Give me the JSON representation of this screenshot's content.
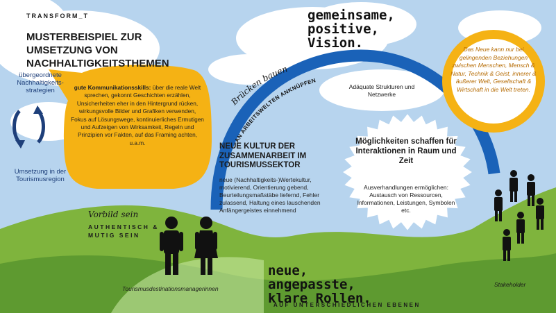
{
  "brand": "TRANSFORM_T",
  "title": "MUSTERBEISPIEL ZUR UMSETZUNG VON NACHHALTIGKEITSTHEMEN",
  "vision": [
    "gemeinsame,",
    "positive,",
    "Vision."
  ],
  "roles": [
    "neue,",
    "angepasste,",
    "klare Rollen."
  ],
  "ebenen": "AUF UNTERSCHIEDLICHEN EBENEN",
  "left_top": "übergeordnete Nachhaltigkeits-strategien",
  "left_bottom": "Umsetzung in der Tourismusregion",
  "communication": {
    "heading": "gute Kommunikationsskills:",
    "body": "über die reale Welt sprechen, gekonnt Geschichten erzählen, Unsicherheiten eher in den Hintergrund rücken, wirkungsvolle Bilder und Grafiken verwenden, Fokus auf Lösungswege, kontinuierliches Ermutigen und Aufzeigen von Wirksamkeit, Regeln und Prinzipien vor Fakten, auf das Framing achten, u.a.m."
  },
  "bridge_label": "Brücken bauen",
  "arc_label": "AN ARBEITSWELTEN ANKNÜPFEN",
  "structures": "Adäquate Strukturen und Netzwerke",
  "culture": {
    "heading": "NEUE KULTUR DER ZUSAMMENARBEIT IM TOURISMUSSEKTOR",
    "body": "neue (Nachhaltigkeits-)Wertekultur, motivierend, Orientierung gebend, Beurteilungsmaßstäbe liefernd, Fehler zulassend, Haltung eines lauschenden Anfängergeistes einnehmend"
  },
  "possibilities": {
    "heading": "Möglichkeiten schaffen für Interaktionen in Raum und Zeit",
    "body": "Ausverhandlungen ermöglichen: Austausch von Ressourcen, Informationen, Leistungen, Symbolen etc."
  },
  "ring_text": "Das Neue kann nur bei gelingenden Beziehungen zwischen Menschen, Mensch & Natur, Technik & Geist, innerer & äußerer Welt, Gesellschaft & Wirtschaft in die Welt treten.",
  "vorbild": "Vorbild sein",
  "authentic": "AUTHENTISCH & MUTIG SEIN",
  "managers": "Tourismusdestinationsmanagerinnen",
  "stakeholder": "Stakeholder",
  "colors": {
    "sky": "#b7d4ee",
    "grass": "#7fb43d",
    "grass_dark": "#4f8a2a",
    "arc": "#1a62b8",
    "yellow": "#f5b214",
    "left_arrows": "#1e3f7a"
  }
}
